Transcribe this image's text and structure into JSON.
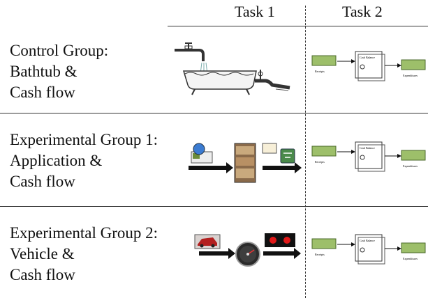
{
  "header": {
    "task1": "Task 1",
    "task2": "Task 2"
  },
  "rows": [
    {
      "lines": [
        "Control Group:",
        "Bathtub &",
        "Cash flow"
      ],
      "task1_icon": "bathtub-icon"
    },
    {
      "lines": [
        "Experimental Group 1:",
        "Application &",
        "Cash flow"
      ],
      "task1_icon": "application-flow-icon"
    },
    {
      "lines": [
        "Experimental Group 2:",
        "Vehicle &",
        "Cash flow"
      ],
      "task1_icon": "vehicle-speedometer-icon"
    }
  ],
  "task2_diagram": {
    "stock_label": "Cash Balance",
    "inflow_label": "Receipts",
    "outflow_label": "Expenditures"
  },
  "colors": {
    "banknote": "#9dbf6a",
    "red_light": "#e01818",
    "dark": "#222222"
  }
}
